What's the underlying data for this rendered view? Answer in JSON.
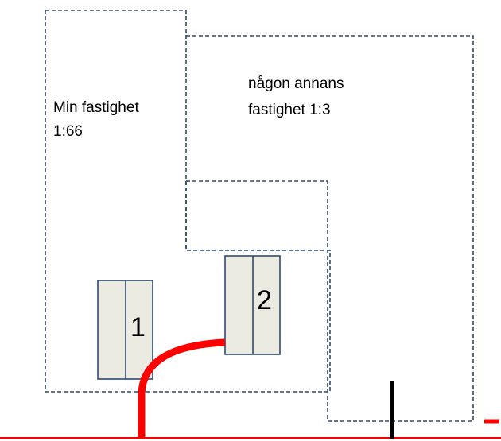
{
  "parcels": {
    "own": {
      "label_line1": "Min fastighet",
      "label_line2": "1:66"
    },
    "neighbor": {
      "label_line1": "någon annans",
      "label_line2": "fastighet 1:3"
    }
  },
  "buildings": {
    "first": {
      "number": "1"
    },
    "second": {
      "number": "2"
    }
  },
  "colors": {
    "outline": "#2e4a73",
    "building_fill": "#ecebe2",
    "connection": "#ff0000",
    "street": "#ff0000",
    "marker": "#000000"
  }
}
